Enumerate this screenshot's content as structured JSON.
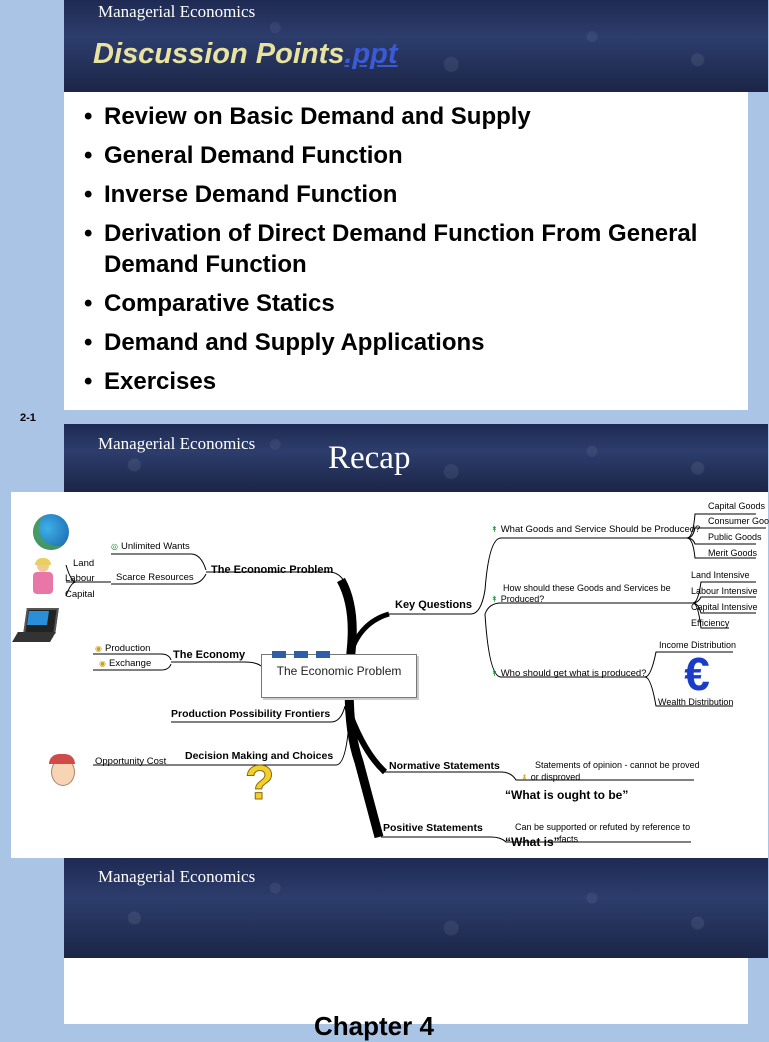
{
  "slide1": {
    "header": "Managerial Economics",
    "title": "Discussion Points",
    "title_link": ".ppt",
    "bullets": [
      "Review on Basic Demand and Supply",
      "General Demand Function",
      "Inverse Demand Function",
      "Derivation of Direct Demand Function From General Demand Function",
      "Comparative Statics",
      "Demand and Supply Applications",
      "Exercises"
    ],
    "page_number": "2-1"
  },
  "slide2": {
    "header": "Managerial Economics",
    "title": "Recap",
    "mindmap": {
      "center": "The Economic Problem",
      "economic_problem": "The Economic Problem",
      "unlimited_wants": "Unlimited Wants",
      "scarce_resources": "Scarce Resources",
      "land": "Land",
      "labour": "Labour",
      "capital": "Capital",
      "the_economy": "The Economy",
      "production": "Production",
      "exchange": "Exchange",
      "ppf": "Production Possibility Frontiers",
      "decision_making": "Decision Making and Choices",
      "opportunity_cost": "Opportunity Cost",
      "key_questions": "Key Questions",
      "q1": "What Goods and Service Should be Produced?",
      "q1_items": [
        "Capital Goods",
        "Consumer Goo",
        "Public Goods",
        "Merit Goods"
      ],
      "q2_line1": "How should these Goods and Services be",
      "q2_line2": "Produced?",
      "q2_items": [
        "Land Intensive",
        "Labour Intensive",
        "Capital Intensive",
        "Efficiency"
      ],
      "q3": "Who should get what is produced?",
      "income_distribution": "Income Distribution",
      "wealth_distribution": "Wealth Distribution",
      "normative": "Normative Statements",
      "normative_desc_1": "Statements of opinion - cannot be proved",
      "normative_desc_2": "or disproved",
      "normative_quote": "“What is ought to be”",
      "positive": "Positive Statements",
      "positive_desc": "Can be supported or refuted by reference to",
      "positive_quote": "“What is”",
      "positive_facts": "facts"
    }
  },
  "slide3": {
    "header": "Managerial Economics",
    "title_partial": "Chapter 4"
  },
  "colors": {
    "page_bg": "#a9c4e4",
    "header_bg": "#24335e",
    "title_yellow": "#e9e3a0",
    "link_blue": "#3b5bd6"
  }
}
